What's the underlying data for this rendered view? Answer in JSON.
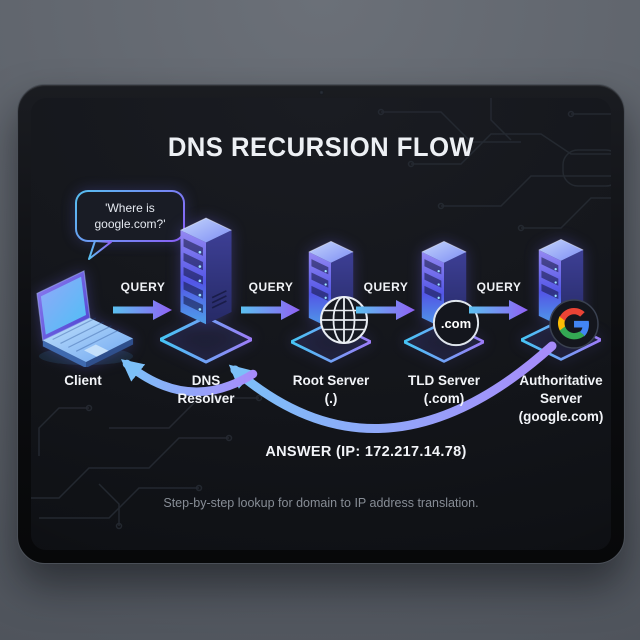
{
  "title": "DNS RECURSION FLOW",
  "speech_bubble": {
    "lines": [
      "'Where is",
      "google.com?'"
    ]
  },
  "flow": {
    "query_label": "QUERY",
    "answer_label": "ANSWER (IP: 172.217.14.78)",
    "nodes": [
      {
        "id": "client",
        "label_lines": [
          "Client"
        ]
      },
      {
        "id": "dns-resolver",
        "label_lines": [
          "DNS",
          "Resolver"
        ]
      },
      {
        "id": "root-server",
        "label_lines": [
          "Root Server",
          "(.)"
        ]
      },
      {
        "id": "tld-server",
        "label_lines": [
          "TLD Server",
          "(.com)"
        ],
        "badge": ".com"
      },
      {
        "id": "authoritative-server",
        "label_lines": [
          "Authoritative",
          "Server",
          "(google.com)"
        ]
      }
    ]
  },
  "caption": "Step-by-step lookup for domain to IP address translation.",
  "colors": {
    "screen_bg": "#14161b",
    "arrow_blue": "#5bc0f0",
    "arrow_purple": "#8b5cf6",
    "answer_blue": "#7cc0f8",
    "answer_purple": "#a78bfa",
    "google_blue": "#4285F4",
    "google_red": "#EA4335",
    "google_yellow": "#FBBC05",
    "google_green": "#34A853"
  }
}
